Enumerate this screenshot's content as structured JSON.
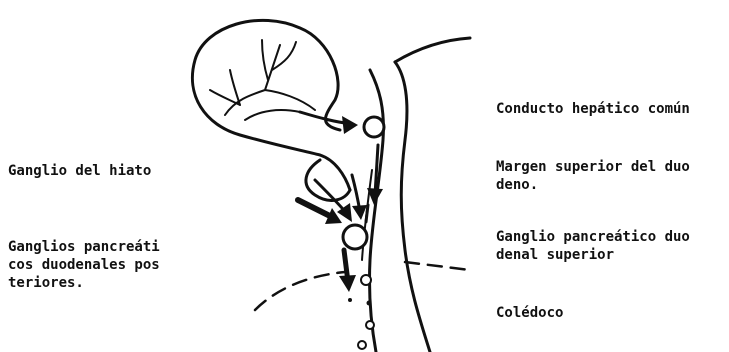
{
  "labels": {
    "left": {
      "hiato": [
        "Ganglio del hiato"
      ],
      "pancreaticos_posteriores": {
        "line1": "Ganglios pancreáti",
        "line2": "cos duodenales pos",
        "line3": "teriores."
      }
    },
    "right": {
      "hepatico": "Conducto hepático común",
      "margen": {
        "line1": "Margen superior del duo",
        "line2": "deno."
      },
      "pancreatico_superior": {
        "line1": "Ganglio pancreático duo",
        "line2": "denal superior"
      },
      "coledoco": "Colédoco"
    }
  },
  "colors": {
    "ink": "#111111",
    "background": "#ffffff"
  }
}
